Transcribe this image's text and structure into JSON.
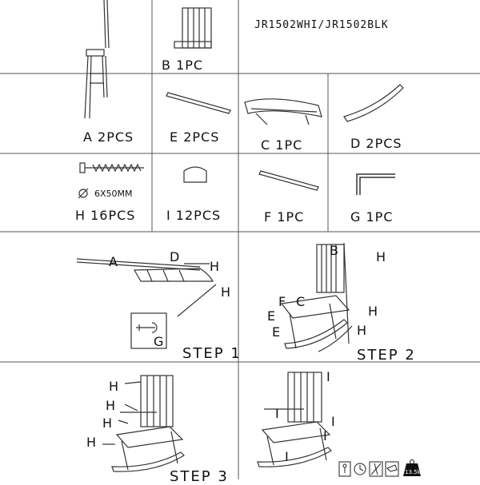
{
  "model_code": "JR1502WHI/JR1502BLK",
  "parts": {
    "A": "A  2PCS",
    "B": "B  1PC",
    "C": "C  1PC",
    "D": "D  2PCS",
    "E": "E  2PCS",
    "F": "F  1PC",
    "G": "G  1PC",
    "H": "H  16PCS",
    "I": "I 12PCS",
    "screw_size": "6X50MM"
  },
  "steps": {
    "step1": "STEP 1",
    "step2": "STEP 2",
    "step3": "STEP 3"
  },
  "callouts": {
    "A": "A",
    "B": "B",
    "C": "C",
    "D": "D",
    "E": "E",
    "F": "F",
    "G": "G",
    "H": "H",
    "I": "I"
  },
  "footer_icons": [
    "person-count-icon",
    "time-icon",
    "tools-icon",
    "drill-icon",
    "weight-icon"
  ],
  "footer_weight_label": "13.5kg"
}
